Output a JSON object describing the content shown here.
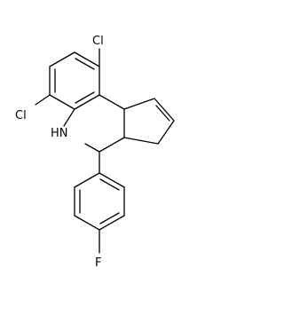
{
  "molecule": {
    "atom_labels": {
      "cl_top": "Cl",
      "cl_left": "Cl",
      "nh": "HN",
      "f": "F"
    },
    "colors": {
      "bond": "#000000",
      "text": "#000000",
      "background": "#ffffff"
    }
  }
}
